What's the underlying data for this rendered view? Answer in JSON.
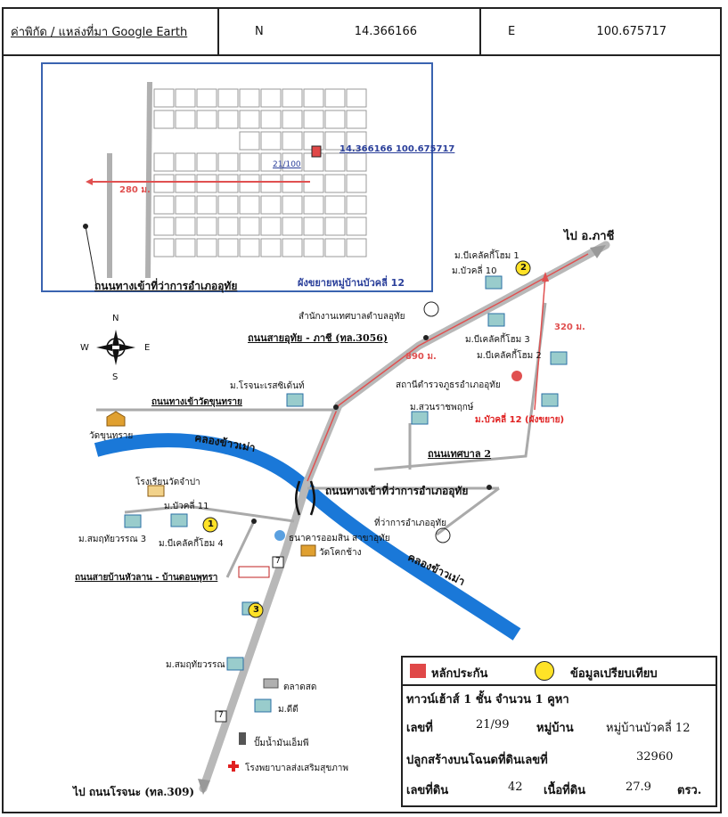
{
  "header": {
    "coord_label": "ค่าพิกัด / แหล่งที่มา Google Earth",
    "n_label": "N",
    "n_value": "14.366166",
    "e_label": "E",
    "e_value": "100.675717"
  },
  "inset": {
    "coord_text": "14.366166 100.675717",
    "plot_label": "21/100",
    "distance": "280 ม.",
    "road_label": "ถนนทางเข้าที่ว่าการอำเภออุทัย",
    "caption": "ผังขยายหมู่บ้านบัวคลี่ 12"
  },
  "compass": {
    "n": "N",
    "s": "S",
    "e": "E",
    "w": "W"
  },
  "map_labels": {
    "to_phachi": "ไป อ.ภาชี",
    "moo_baan_1": "ม.บีเคลัคกี้โฮม 1",
    "bua_khli_10": "ม.บัวคลี่ 10",
    "municipal_office": "สำนักงานเทศบาลตำบลอุทัย",
    "road_uthai_phachi": "ถนนสายอุทัย - ภาชี (ทล.3056)",
    "dist_890": "890 ม.",
    "dist_320": "320 ม.",
    "moo_baan_3": "ม.บีเคลัคกี้โฮม 3",
    "moo_baan_2": "ม.บีเคลัคกี้โฮม 2",
    "police": "สถานีตำรวจภูธรอำเภออุทัย",
    "rojana_residence": "ม.โรจนะเรสซิเด้นท์",
    "road_wat_khun": "ถนนทางเข้าวัดขุนทราย",
    "suan_rat": "ม.สวนราชพฤกษ์",
    "bua_khli_12": "ม.บัวคลี่ 12 (ผังขยาย)",
    "wat_khun_sai": "วัดขุนทราย",
    "canal_1": "คลองข้าวเม่า",
    "road_thetsaban_2": "ถนนเทศบาล 2",
    "school": "โรงเรียนวัดจำปา",
    "road_district_office": "ถนนทางเข้าที่ว่าการอำเภออุทัย",
    "bua_khli_11": "ม.บัวคลี่ 11",
    "samut_3": "ม.สมฤทัยวรรณ 3",
    "moo_baan_4": "ม.บีเคลัคกี้โฮม 4",
    "district_office": "ที่ว่าการอำเภออุทัย",
    "gsb": "ธนาคารออมสิน สาขาอุทัย",
    "wat_khok_chang": "วัดโคกช้าง",
    "canal_2": "คลองข้าวเม่า",
    "road_hua_lan": "ถนนสายบ้านหัวลาน - บ้านดอนพุทรา",
    "samut": "ม.สมฤทัยวรรณ",
    "market": "ตลาดสด",
    "m_dee_dee": "ม.ดีดี",
    "gas_station": "ปั๊มน้ำมันเอ็มพี",
    "hospital": "โรงพยาบาลส่งเสริมสุขภาพ",
    "to_rojana": "ไป ถนนโรจนะ (ทล.309)",
    "seven_eleven": "7"
  },
  "legend": {
    "marker_label": "หลักประกัน",
    "compare_label": "ข้อมูลเปรียบเทียบ",
    "house_type": "ทาวน์เฮ้าส์ 1 ชั้น จำนวน 1 คูหา",
    "number_label": "เลขที่",
    "number_value": "21/99",
    "village_label": "หมู่บ้าน",
    "village_value": "หมู่บ้านบัวคลี่ 12",
    "deed_label": "ปลูกสร้างบนโฉนดที่ดินเลขที่",
    "deed_value": "32960",
    "land_no_label": "เลขที่ดิน",
    "land_no_value": "42",
    "area_label": "เนื้อที่ดิน",
    "area_value": "27.9",
    "area_unit": "ตรว."
  },
  "markers": [
    "1",
    "2",
    "3"
  ],
  "colors": {
    "road": "#b8b8b8",
    "canal": "#1a78d8",
    "route": "#e05050",
    "marker": "#e04848",
    "compare": "#ffe227",
    "inset_border": "#3a63b0"
  }
}
